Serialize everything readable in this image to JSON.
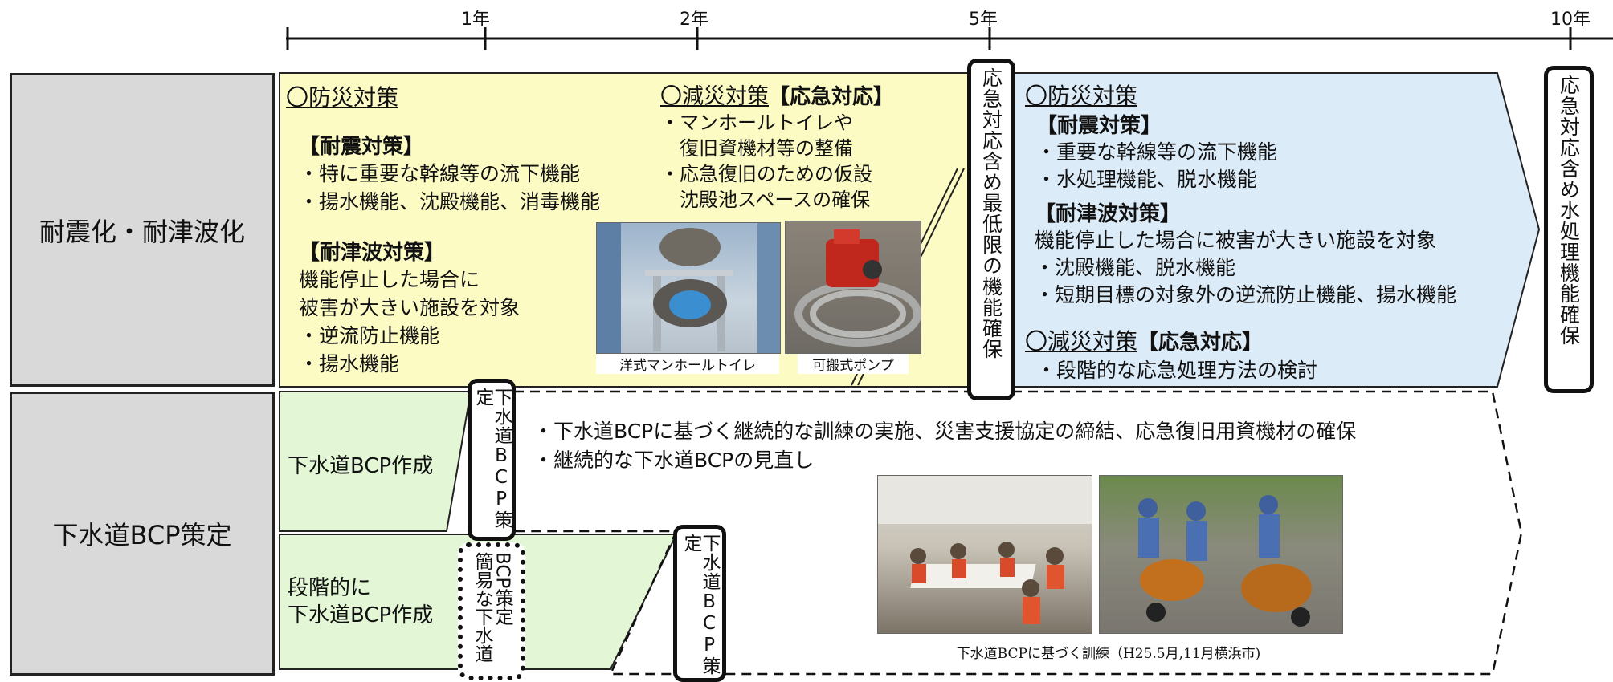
{
  "timeline": {
    "ticks": [
      "1年",
      "2年",
      "5年",
      "10年"
    ]
  },
  "rows": {
    "quake": {
      "label": "耐震化・耐津波化"
    },
    "bcp": {
      "label": "下水道BCP策定"
    }
  },
  "yellow": {
    "prevention_heading": "〇防災対策",
    "quake_heading": "【耐震対策】",
    "quake_items": [
      "・特に重要な幹線等の流下機能",
      "・揚水機能、沈殿機能、消毒機能"
    ],
    "tsunami_heading": "【耐津波対策】",
    "tsunami_lines": [
      "機能停止した場合に",
      "被害が大きい施設を対象",
      "・逆流防止機能",
      "・揚水機能"
    ],
    "mitigation_heading": "〇減災対策",
    "mitigation_suffix": "【応急対応】",
    "mitigation_items": [
      "・マンホールトイレや",
      "　復旧資機材等の整備",
      "・応急復旧のための仮設",
      "　沈殿池スペースの確保"
    ],
    "photo1_caption": "洋式マンホールトイレ",
    "photo2_caption": "可搬式ポンプ"
  },
  "milestone_5yr": "応急対応含め最低限の機能確保",
  "milestone_10yr": "応急対応含め水処理機能確保",
  "blue": {
    "prevention_heading": "〇防災対策",
    "quake_heading": "【耐震対策】",
    "quake_items": [
      "・重要な幹線等の流下機能",
      "・水処理機能、脱水機能"
    ],
    "tsunami_heading": "【耐津波対策】",
    "tsunami_lines": [
      "機能停止した場合に被害が大きい施設を対象",
      "・沈殿機能、脱水機能",
      "・短期目標の対象外の逆流防止機能、揚水機能"
    ],
    "mitigation_heading": "〇減災対策",
    "mitigation_suffix": "【応急対応】",
    "mitigation_items": [
      "・段階的な応急処理方法の検討"
    ]
  },
  "bcp": {
    "create_label": "下水道BCP作成",
    "staged_label": [
      "段階的に",
      "下水道BCP作成"
    ],
    "milestone1": "下水道BCP策定",
    "milestone_simple": [
      "簡易な下水道",
      "BCP策定"
    ],
    "milestone2": "下水道BCP策定",
    "items": [
      "・下水道BCPに基づく継続的な訓練の実施、災害支援協定の締結、応急復旧用資機材の確保",
      "・継続的な下水道BCPの見直し"
    ],
    "photo_caption": "下水道BCPに基づく訓練（H25.5月,11月横浜市)"
  },
  "colors": {
    "yellow": "#fdfbc4",
    "blue": "#dcebf8",
    "green": "#e3f7d6",
    "gray": "#d9d9d9"
  }
}
